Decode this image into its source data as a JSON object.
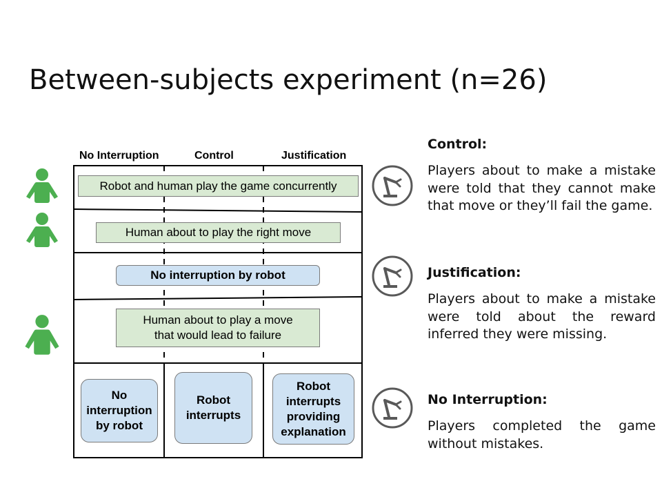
{
  "slide": {
    "title": "Between-subjects experiment (n=26)"
  },
  "diagram": {
    "column_headers": [
      "No Interruption",
      "Control",
      "Justification"
    ],
    "rows": [
      {
        "text": "Robot and human play the game concurrently"
      },
      {
        "text": "Human about to play the right move"
      },
      {
        "text": "No interruption by robot"
      },
      {
        "lines": [
          "Human about to play a move",
          "that would lead to failure"
        ]
      }
    ],
    "outcomes": [
      {
        "lines": [
          "No",
          "interruption",
          "by robot"
        ]
      },
      {
        "lines": [
          "Robot",
          "interrupts"
        ]
      },
      {
        "lines": [
          "Robot",
          "interrupts",
          "providing",
          "explanation"
        ]
      }
    ],
    "colors": {
      "green_box": "#d9ead3",
      "blue_box": "#cfe2f3",
      "person_icon": "#4caf50",
      "robot_icon": "#595959"
    }
  },
  "conditions": [
    {
      "heading": "Control:",
      "body": "Players about to make a mistake were told that they cannot make that move or they’ll fail the game.",
      "icon": "robot-arm-icon"
    },
    {
      "heading": "Justification:",
      "body": "Players about to make a mistake were told about the reward inferred they were missing.",
      "icon": "robot-arm-icon"
    },
    {
      "heading": "No Interruption:",
      "body": "Players completed the game without mistakes.",
      "icon": "robot-arm-icon"
    }
  ]
}
